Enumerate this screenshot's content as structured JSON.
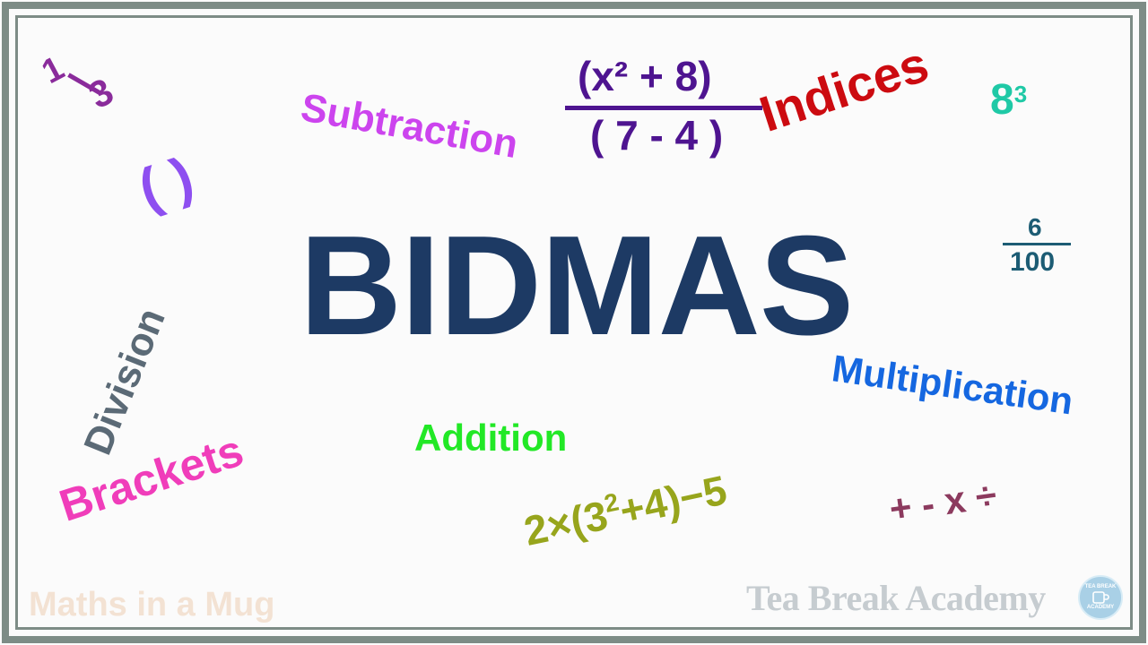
{
  "title": "BIDMAS",
  "fraction_one_third": {
    "numerator": "1",
    "denominator": "3"
  },
  "parentheses": "( )",
  "words": {
    "subtraction": "Subtraction",
    "indices": "Indices",
    "division": "Division",
    "multiplication": "Multiplication",
    "addition": "Addition",
    "brackets": "Brackets"
  },
  "expression_fraction": {
    "numerator": "(x² + 8)",
    "denominator": "( 7 - 4 )"
  },
  "power": {
    "base": "8",
    "exponent": "3"
  },
  "fraction_six_hundred": {
    "numerator": "6",
    "denominator": "100"
  },
  "expression": {
    "before": "2×(3",
    "exponent": "2",
    "after": "+4)−5"
  },
  "operators": "+ - x ÷",
  "watermarks": {
    "left": "Maths in a Mug",
    "right": "Tea Break Academy",
    "badge_top": "TEA BREAK",
    "badge_bottom": "ACADEMY"
  },
  "colors": {
    "title": "#1d3a64",
    "frame": "#7d8c86",
    "background": "#fbfbfb"
  }
}
